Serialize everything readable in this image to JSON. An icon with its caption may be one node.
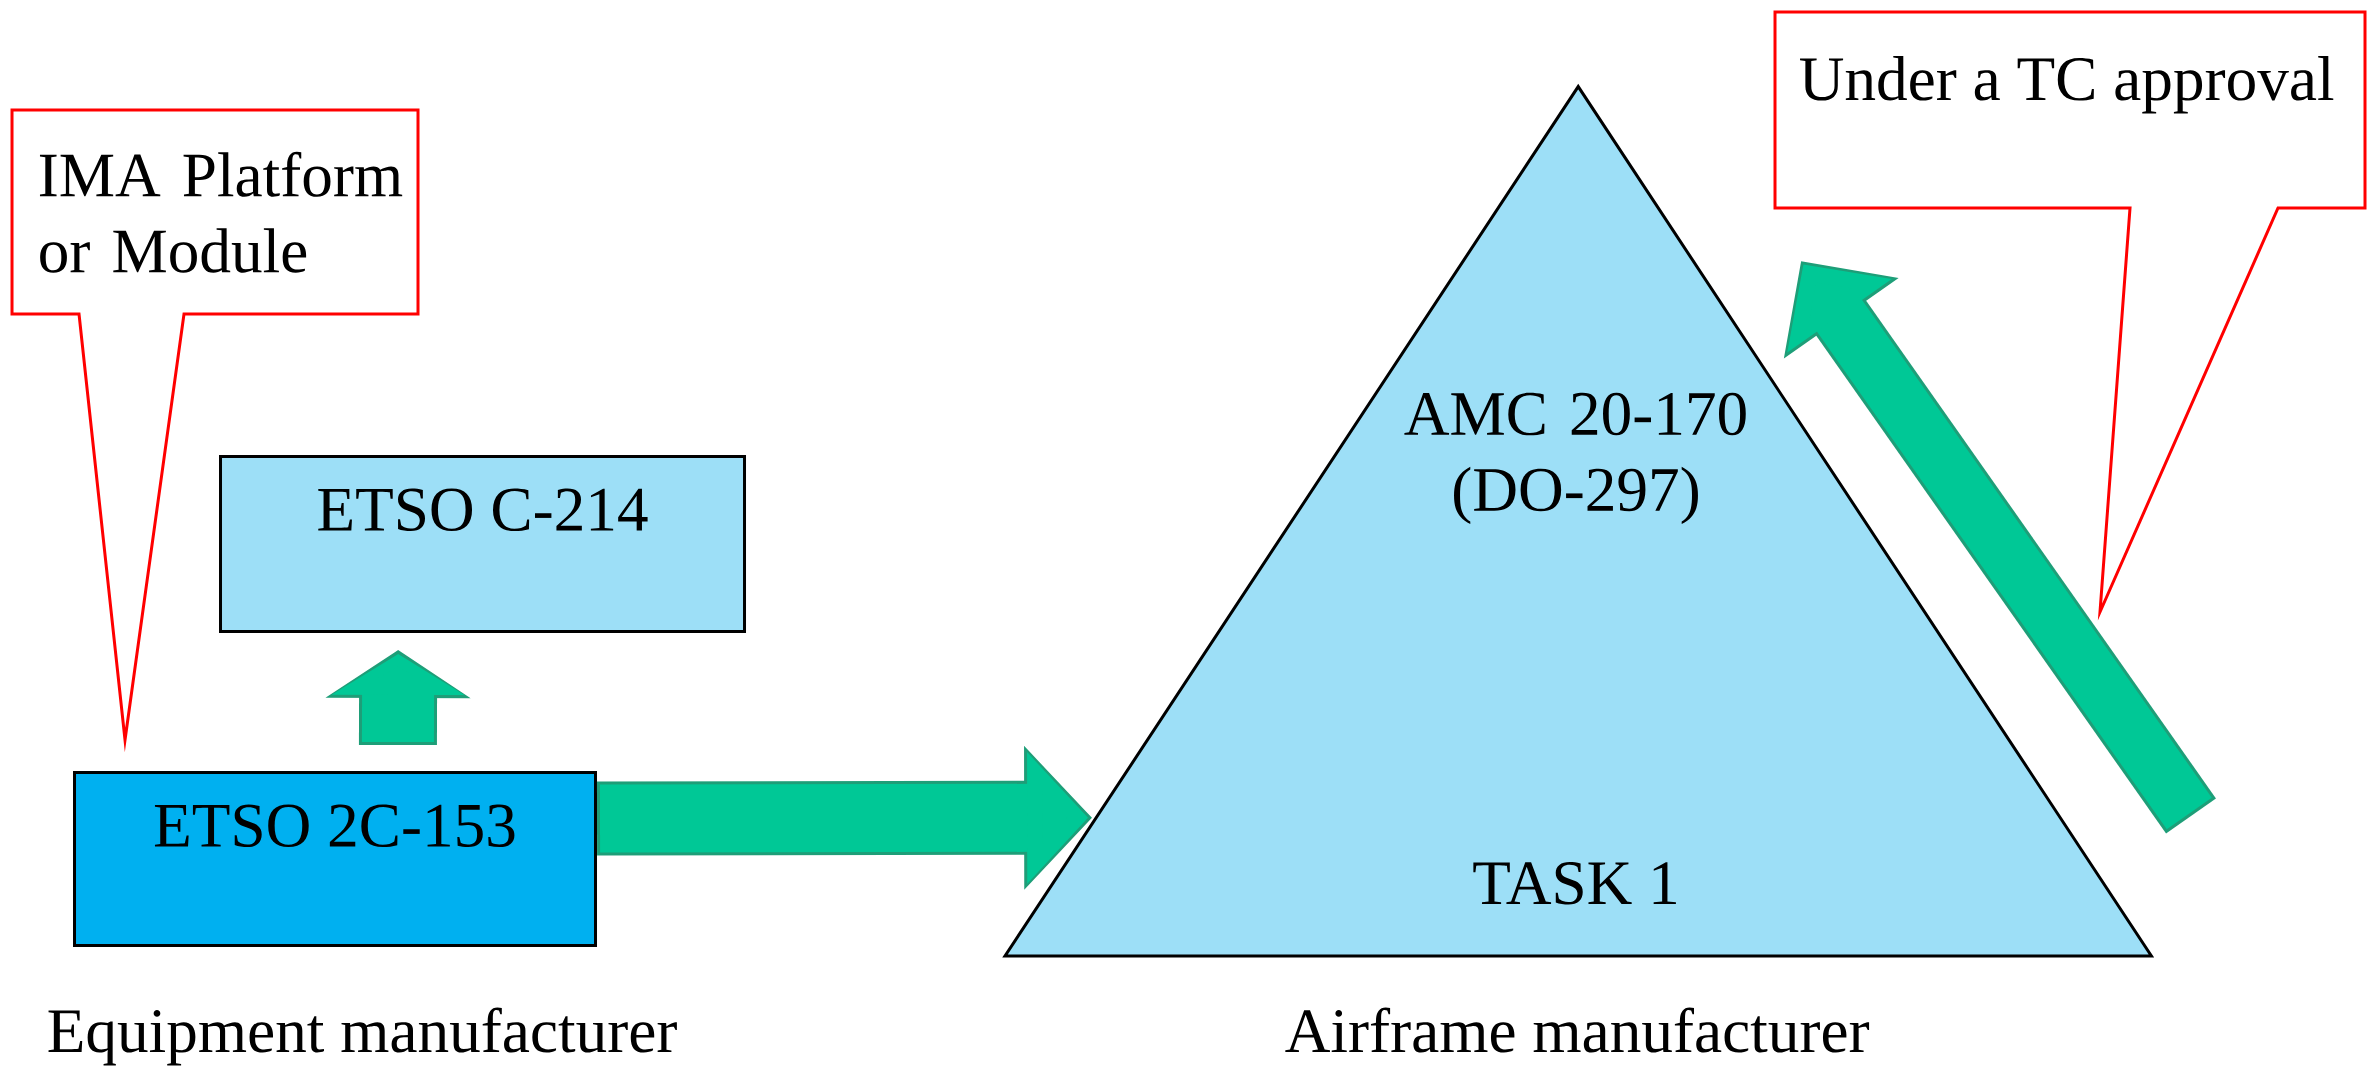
{
  "diagram": {
    "nodes": [
      {
        "text": [
          "IMA Platform or Module"
        ]
      },
      {
        "text": [
          "ETSO C-214"
        ]
      },
      {
        "text": [
          "ETSO 2C-153"
        ]
      },
      {
        "text": [
          "AMC 20-170 (DO-297)",
          "TASK 1"
        ]
      },
      {
        "text": [
          "Under a TC approval"
        ]
      }
    ],
    "edges": [
      {
        "from": 2,
        "to": 1,
        "arrow": "to"
      },
      {
        "from": 2,
        "to": 3,
        "arrow": "to"
      }
    ],
    "labels": [
      "Equipment manufacturer",
      "Airframe manufacturer"
    ]
  }
}
